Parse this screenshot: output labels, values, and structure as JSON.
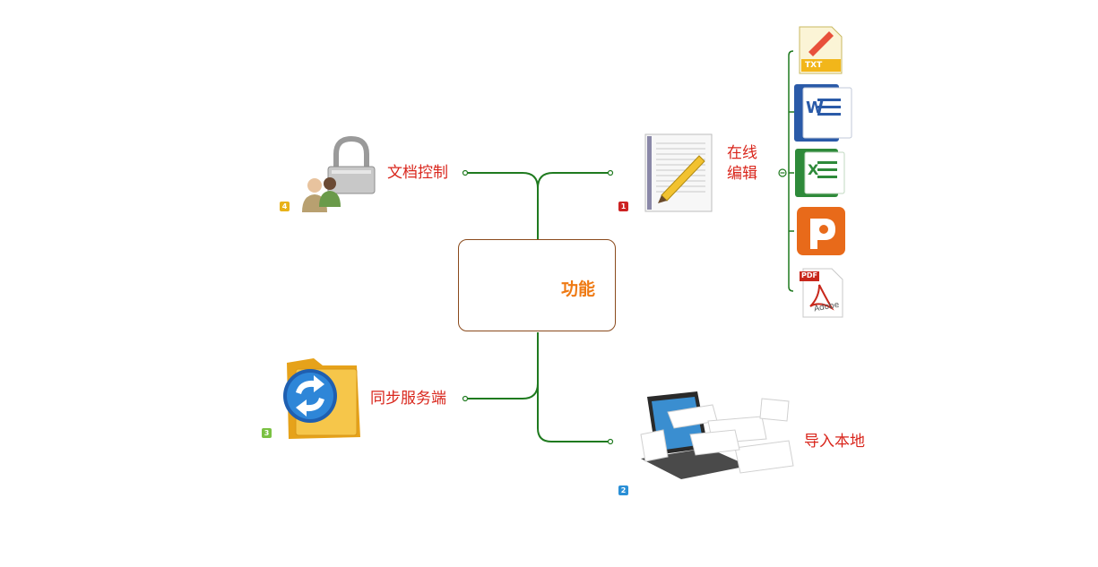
{
  "center": {
    "label": "功能"
  },
  "branches": [
    {
      "label": "在线\n编辑",
      "line1": "在线",
      "line2": "编辑",
      "badge": "1",
      "badge_color": "#cc2222"
    },
    {
      "label": "导入本地",
      "badge": "2",
      "badge_color": "#2a8fd6"
    },
    {
      "label": "同步服务端",
      "badge": "3",
      "badge_color": "#7ac142"
    },
    {
      "label": "文档控制",
      "badge": "4",
      "badge_color": "#e8b21a"
    }
  ],
  "file_types": [
    "TXT",
    "W",
    "X",
    "P",
    "PDF",
    "Adobe"
  ],
  "colors": {
    "connector": "#1f7a1f",
    "label": "#d9261c",
    "center_label": "#ef7a14",
    "center_border": "#8a4a1c"
  }
}
